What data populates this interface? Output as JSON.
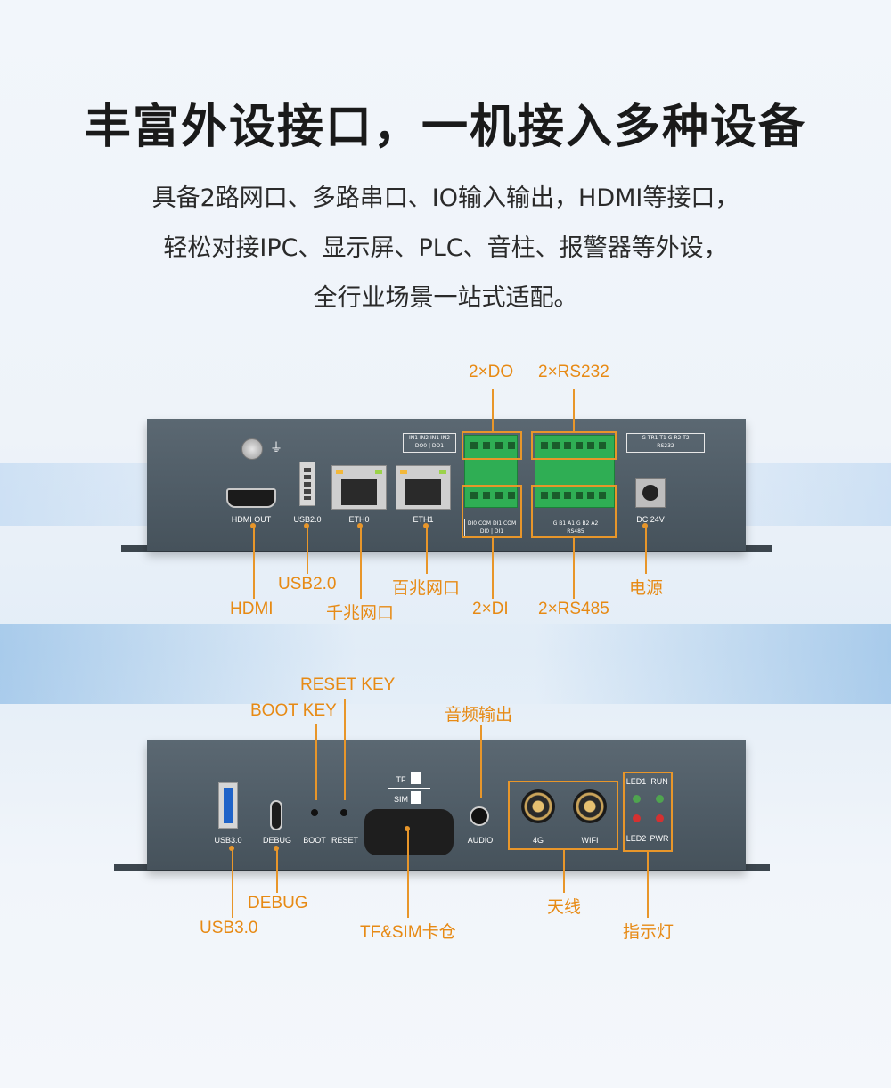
{
  "title": "丰富外设接口，一机接入多种设备",
  "subtitle_lines": [
    "具备2路网口、多路串口、IO输入输出，HDMI等接口，",
    "轻松对接IPC、显示屏、PLC、音柱、报警器等外设，",
    "全行业场景一站式适配。"
  ],
  "colors": {
    "accent": "#e8962a",
    "device": "#4e5b65",
    "terminal": "#2fae54"
  },
  "front_panel": {
    "port_labels": {
      "hdmi_out": "HDMI OUT",
      "usb2": "USB2.0",
      "eth0": "ETH0",
      "eth1": "ETH1",
      "dc": "DC 24V"
    },
    "strip_labels": {
      "do_top": "IN1 IN2 IN1 IN2",
      "do_bottom": "DO0 | DO1",
      "rs232_top": "G TR1 T1 G R2 T2",
      "rs232_bottom": "RS232",
      "di_top": "DI0 COM DI1 COM",
      "di_bottom": "DI0 | DI1",
      "rs485_top": "G B1 A1 G B2 A2",
      "rs485_bottom": "RS485"
    },
    "callouts": {
      "do": "2×DO",
      "rs232": "2×RS232",
      "hdmi": "HDMI",
      "usb2": "USB2.0",
      "gigabit": "千兆网口",
      "fast_eth": "百兆网口",
      "di": "2×DI",
      "rs485": "2×RS485",
      "power": "电源"
    }
  },
  "rear_panel": {
    "port_labels": {
      "usb3": "USB3.0",
      "debug": "DEBUG",
      "boot": "BOOT",
      "reset": "RESET",
      "tf": "TF",
      "sim": "SIM",
      "audio": "AUDIO",
      "ant_4g": "4G",
      "ant_wifi": "WIFI",
      "led1": "LED1",
      "run": "RUN",
      "led2": "LED2",
      "pwr": "PWR"
    },
    "callouts": {
      "reset_key": "RESET KEY",
      "boot_key": "BOOT KEY",
      "audio_out": "音频输出",
      "debug": "DEBUG",
      "usb3": "USB3.0",
      "tf_sim": "TF&SIM卡仓",
      "antenna": "天线",
      "indicator": "指示灯"
    }
  }
}
